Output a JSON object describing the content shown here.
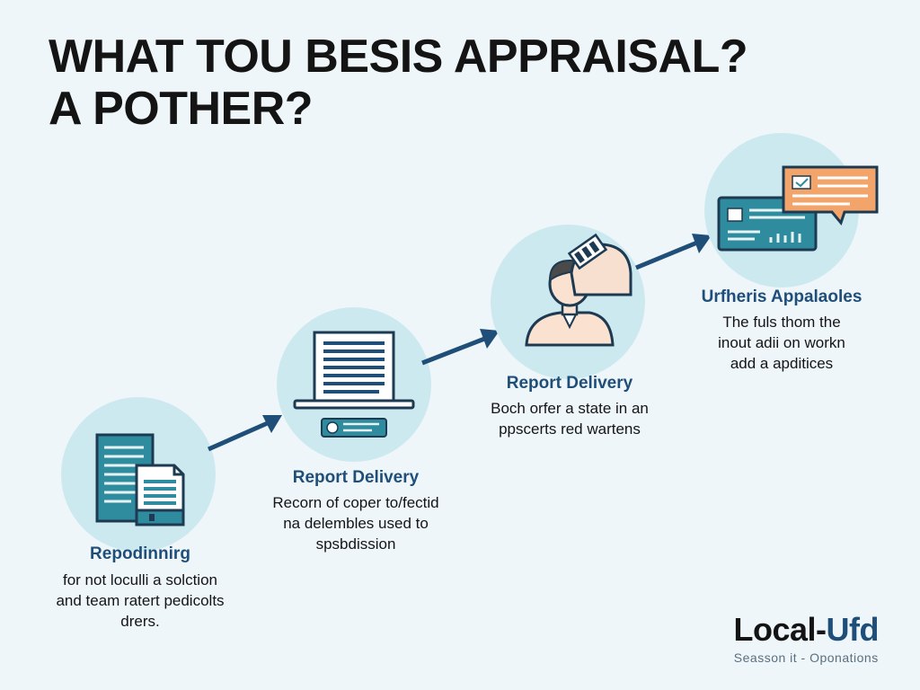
{
  "title": {
    "line1": "WHAT TOU BESIS APPRAISAL?",
    "line2": "A POTHER?"
  },
  "steps": [
    {
      "title": "Repodinnirg",
      "desc": [
        "for not loculli a solction",
        "and team ratert pedicolts",
        "drers."
      ],
      "icon": "documents-icon"
    },
    {
      "title": "Report Delivery",
      "desc": [
        "Recorn of coper to/fectid",
        "na delembles used to",
        "spsbdission"
      ],
      "icon": "laptop-icon"
    },
    {
      "title": "Report Delivery",
      "desc": [
        "Boch orfer a state in an",
        "ppscerts red wartens"
      ],
      "icon": "person-icon"
    },
    {
      "title": "Urfheris Appalaoles",
      "desc": [
        "The fuls thom the",
        "inout adii on workn",
        "add a apditices"
      ],
      "icon": "chat-card-icon"
    }
  ],
  "brand": {
    "name_part1": "Local-",
    "name_part2": "Ufd",
    "tagline": "Seasson it - Oponations"
  },
  "colors": {
    "accent": "#1f4e79",
    "circle": "#cde9f0",
    "teal": "#2e8c9e",
    "orange": "#f2a46b",
    "background": "#eef6fa"
  }
}
